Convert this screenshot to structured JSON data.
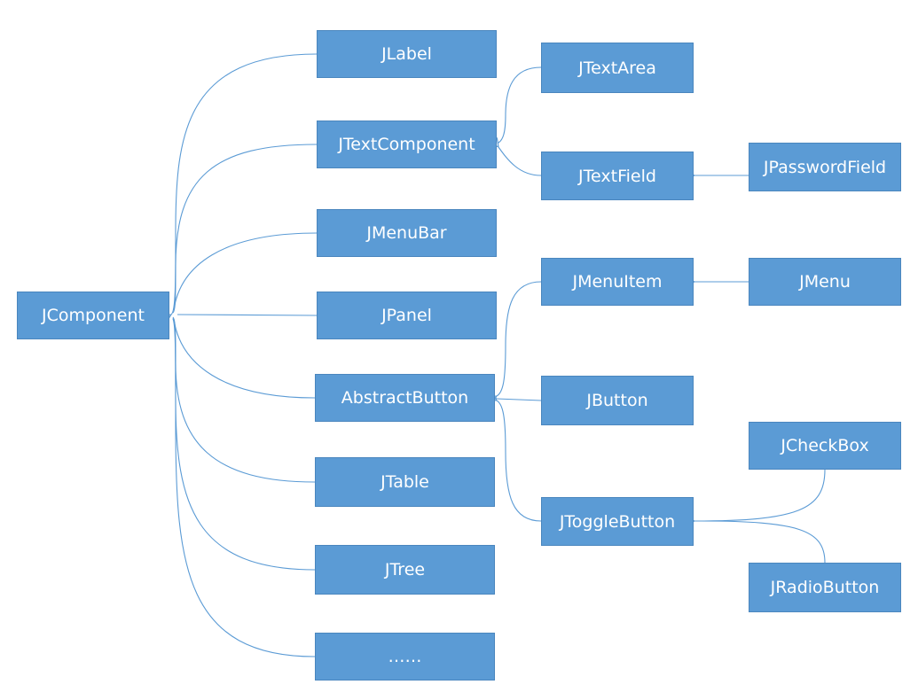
{
  "colors": {
    "box_fill": "#5b9bd5",
    "box_text": "#ffffff",
    "edge": "#5b9bd5"
  },
  "nodes": {
    "jcomponent": "JComponent",
    "jlabel": "JLabel",
    "jtextcomponent": "JTextComponent",
    "jmenubar": "JMenuBar",
    "jpanel": "JPanel",
    "abstractbutton": "AbstractButton",
    "jtable": "JTable",
    "jtree": "JTree",
    "more": "……",
    "jtextarea": "JTextArea",
    "jtextfield": "JTextField",
    "jpasswordfield": "JPasswordField",
    "jmenuitem": "JMenuItem",
    "jmenu": "JMenu",
    "jbutton": "JButton",
    "jtogglebutton": "JToggleButton",
    "jcheckbox": "JCheckBox",
    "jradiobutton": "JRadioButton"
  },
  "edges": [
    [
      "jlabel",
      "jcomponent"
    ],
    [
      "jtextcomponent",
      "jcomponent"
    ],
    [
      "jmenubar",
      "jcomponent"
    ],
    [
      "jpanel",
      "jcomponent"
    ],
    [
      "abstractbutton",
      "jcomponent"
    ],
    [
      "jtable",
      "jcomponent"
    ],
    [
      "jtree",
      "jcomponent"
    ],
    [
      "more",
      "jcomponent"
    ],
    [
      "jtextarea",
      "jtextcomponent"
    ],
    [
      "jtextfield",
      "jtextcomponent"
    ],
    [
      "jpasswordfield",
      "jtextfield"
    ],
    [
      "jmenuitem",
      "abstractbutton"
    ],
    [
      "jbutton",
      "abstractbutton"
    ],
    [
      "jtogglebutton",
      "abstractbutton"
    ],
    [
      "jmenu",
      "jmenuitem"
    ],
    [
      "jcheckbox",
      "jtogglebutton"
    ],
    [
      "jradiobutton",
      "jtogglebutton"
    ]
  ]
}
